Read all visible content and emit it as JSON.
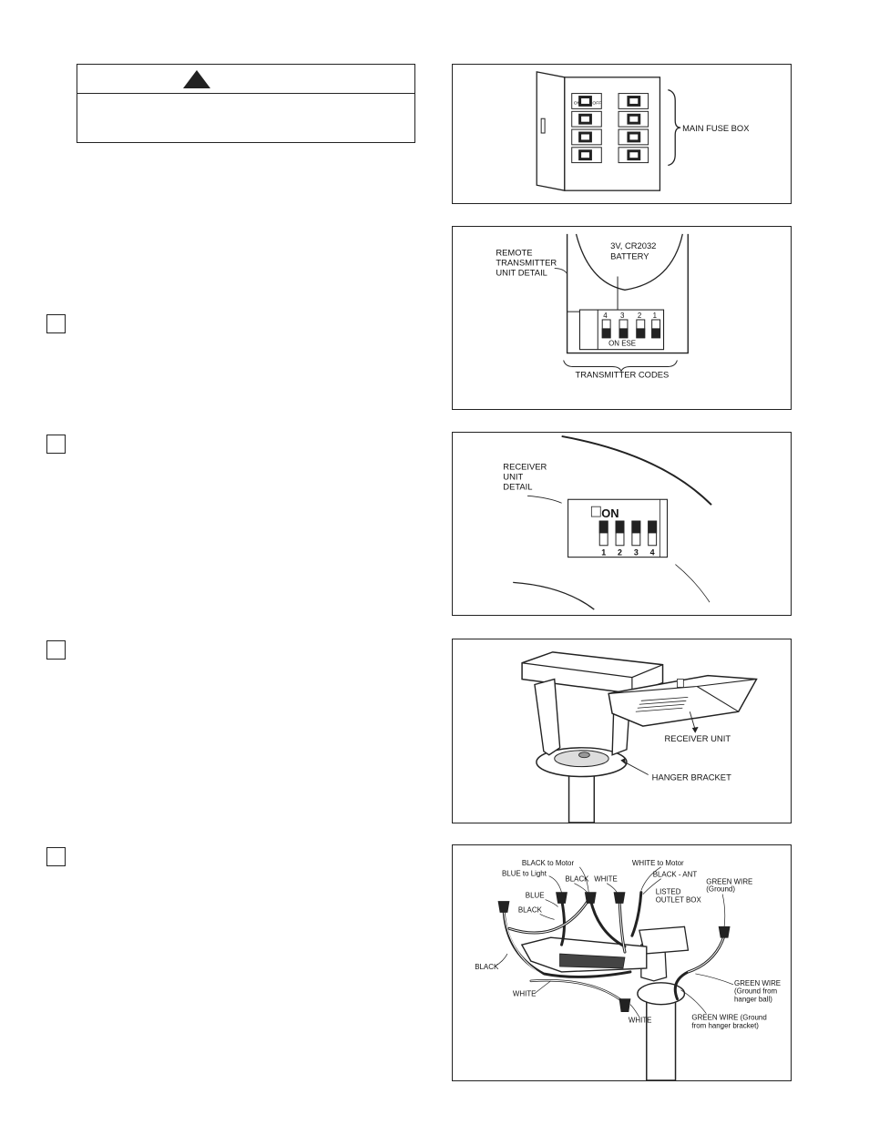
{
  "figures": {
    "fuse_box": {
      "label": "MAIN FUSE BOX",
      "breaker_on": "ON",
      "breaker_off": "OFF"
    },
    "transmitter": {
      "battery_line1": "3V, CR2032",
      "battery_line2": "BATTERY",
      "detail_line1": "REMOTE",
      "detail_line2": "TRANSMITTER",
      "detail_line3": "UNIT DETAIL",
      "switch_numbers": [
        "4",
        "3",
        "2",
        "1"
      ],
      "switch_mark": "ON  ESE",
      "codes_label": "TRANSMITTER CODES"
    },
    "receiver_detail": {
      "line1": "RECEIVER",
      "line2": "UNIT",
      "line3": "DETAIL",
      "on_label": "ON",
      "switch_numbers": [
        "1",
        "2",
        "3",
        "4"
      ]
    },
    "hanger": {
      "receiver_label": "RECEIVER UNIT",
      "hanger_label": "HANGER BRACKET"
    },
    "wiring": {
      "black_to_motor": "BLACK to Motor",
      "white_to_motor": "WHITE to Motor",
      "blue_to_light": "BLUE to Light",
      "black_top": "BLACK",
      "white_top": "WHITE",
      "black_ant": "BLACK - ANT",
      "listed_outlet_1": "LISTED",
      "listed_outlet_2": "OUTLET BOX",
      "green_ground_1": "GREEN WIRE",
      "green_ground_2": "(Ground)",
      "blue": "BLUE",
      "black_mid": "BLACK",
      "black_left": "BLACK",
      "white_left": "WHITE",
      "white_bottom": "WHITE",
      "green_ball_1": "GREEN WIRE",
      "green_ball_2": "(Ground from",
      "green_ball_3": "hanger ball)",
      "green_bracket_1": "GREEN WIRE (Ground",
      "green_bracket_2": "from hanger bracket)"
    }
  }
}
